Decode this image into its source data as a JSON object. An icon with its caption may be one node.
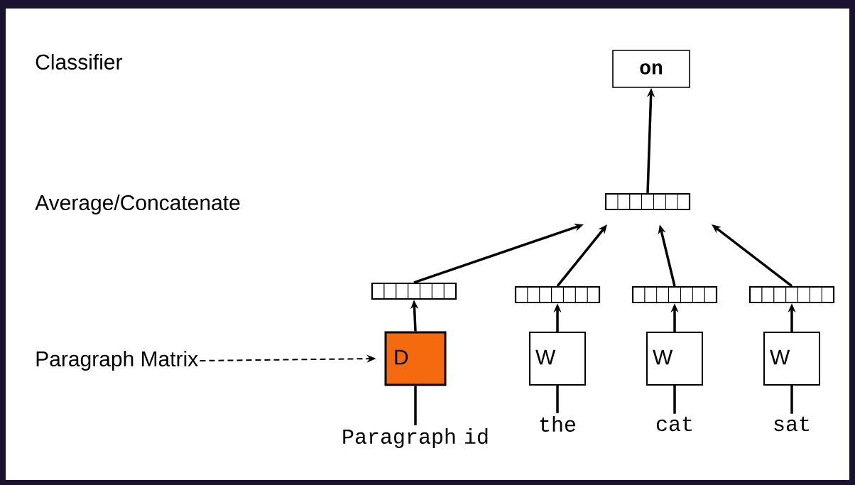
{
  "diagram": {
    "nodes": [
      {
        "text": [
          "on"
        ]
      },
      {
        "text": [],
        "shape": "bar"
      },
      {
        "text": [],
        "shape": "bar"
      },
      {
        "text": [],
        "shape": "bar"
      },
      {
        "text": [],
        "shape": "bar"
      },
      {
        "text": [],
        "shape": "bar"
      },
      {
        "text": [
          "Paragraph Matrix"
        ]
      },
      {
        "text": [
          "D"
        ]
      },
      {
        "text": [
          "W"
        ]
      },
      {
        "text": [
          "W"
        ]
      },
      {
        "text": [
          "W"
        ]
      },
      {
        "text": [
          "Paragraph id"
        ]
      },
      {
        "text": [
          "the"
        ]
      },
      {
        "text": [
          "cat"
        ]
      },
      {
        "text": [
          "sat"
        ]
      }
    ],
    "edges": [
      {
        "from": 1,
        "to": 0,
        "arrow": "to"
      },
      {
        "from": 2,
        "to": 1,
        "arrow": "to"
      },
      {
        "from": 3,
        "to": 1,
        "arrow": "to"
      },
      {
        "from": 4,
        "to": 1,
        "arrow": "to"
      },
      {
        "from": 5,
        "to": 1,
        "arrow": "to"
      },
      {
        "from": 7,
        "to": 2,
        "arrow": "to"
      },
      {
        "from": 8,
        "to": 3,
        "arrow": "to"
      },
      {
        "from": 9,
        "to": 4,
        "arrow": "to"
      },
      {
        "from": 10,
        "to": 5,
        "arrow": "to"
      },
      {
        "from": 6,
        "to": 7,
        "arrow": "to",
        "style": "dashed"
      },
      {
        "from": 7,
        "to": 11,
        "arrow": "none"
      },
      {
        "from": 8,
        "to": 12,
        "arrow": "none"
      },
      {
        "from": 9,
        "to": 13,
        "arrow": "none"
      },
      {
        "from": 10,
        "to": 14,
        "arrow": "none"
      }
    ],
    "labels": [
      "Classifier",
      "Average/Concatenate"
    ]
  }
}
